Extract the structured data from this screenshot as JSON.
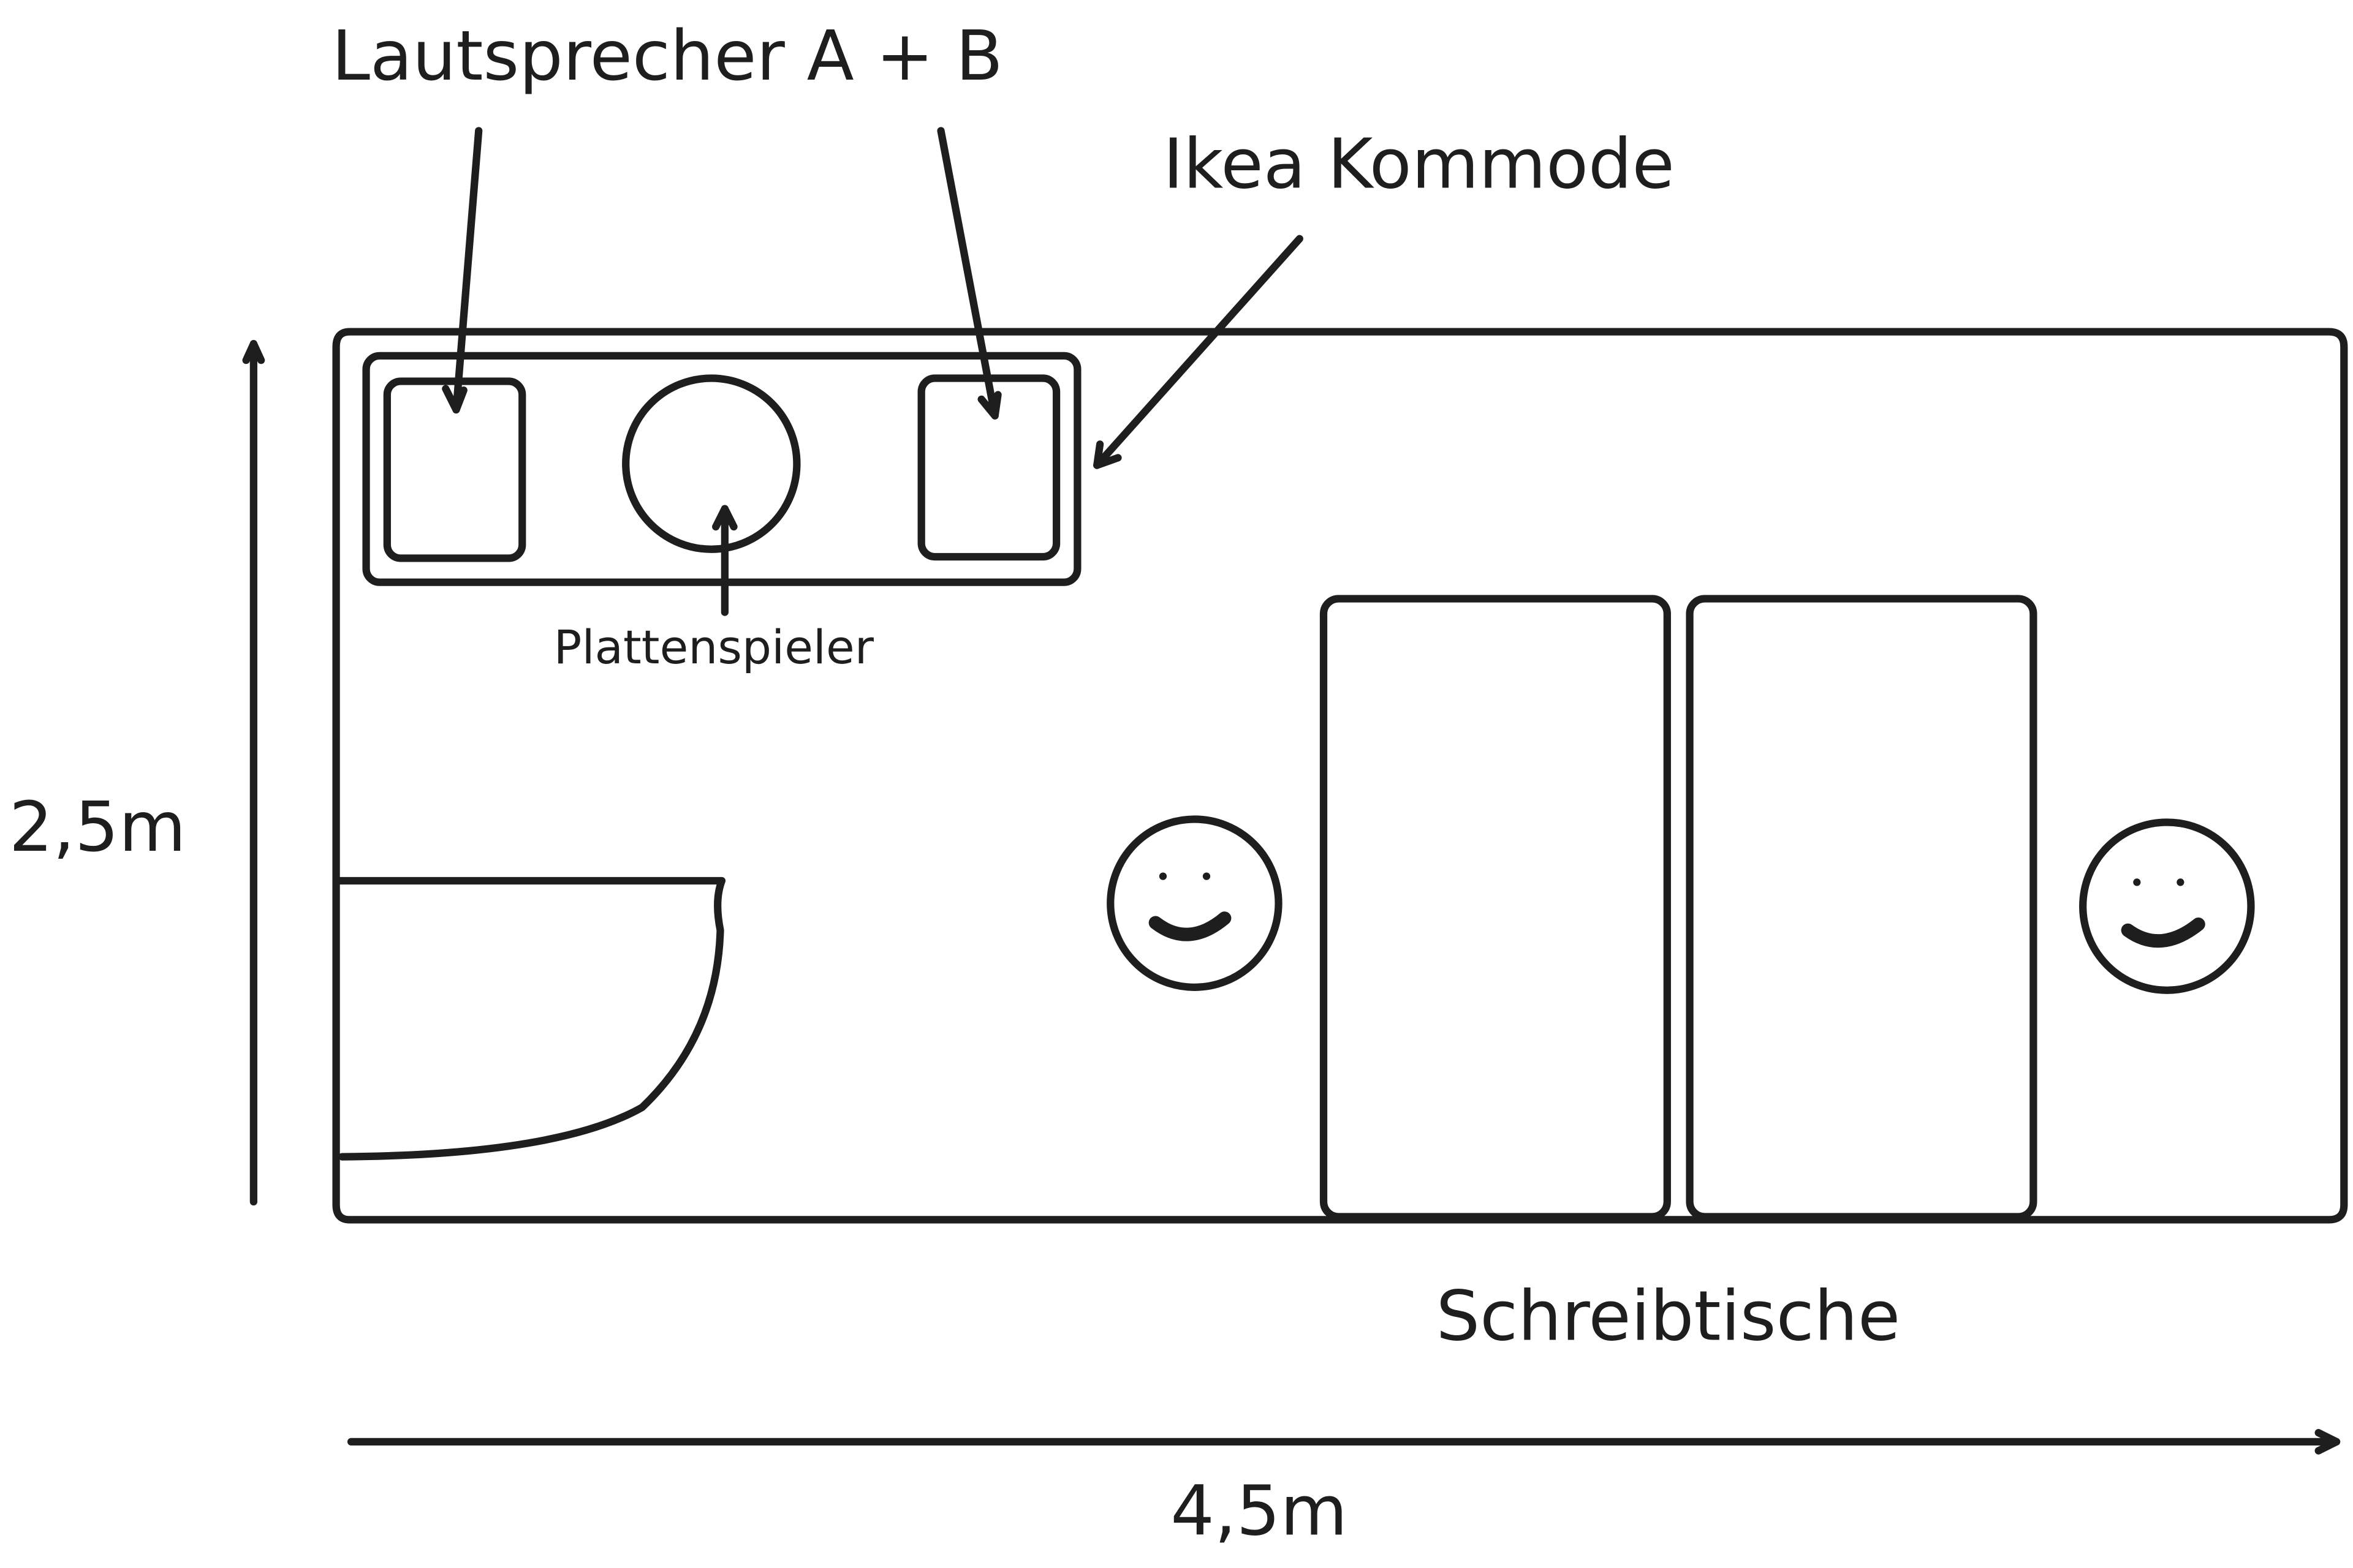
{
  "labels": {
    "speakers": "Lautsprecher A + B",
    "dresser": "Ikea Kommode",
    "turntable": "Plattenspieler",
    "desks": "Schreibtische",
    "height": "2,5m",
    "width": "4,5m"
  },
  "colors": {
    "ink": "#1e1e1e",
    "background": "#ffffff"
  }
}
